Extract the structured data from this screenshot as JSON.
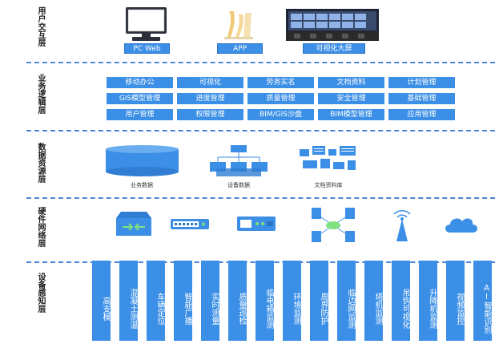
{
  "layers": [
    {
      "title": "用户交互层"
    },
    {
      "title": "业务逻辑层"
    },
    {
      "title": "数据资源层"
    },
    {
      "title": "硬件网络层"
    },
    {
      "title": "设备感知层"
    }
  ],
  "user_layer": {
    "pc_label": "PC Web",
    "app_label": "APP",
    "screen_label": "可视化大屏"
  },
  "business_layer": {
    "modules": [
      "移动办公",
      "可视化",
      "劳务实名",
      "文档资料",
      "计划管理",
      "GIS模型管理",
      "进度管理",
      "质量管理",
      "安全管理",
      "基础管理",
      "用户管理",
      "权限管理",
      "BIM/GIS沙盘",
      "BIM模型管理",
      "应用管理"
    ]
  },
  "data_layer": {
    "captions": [
      "业务数据",
      "设备数据",
      "文档资料库"
    ]
  },
  "hardware_layer": {
    "icons": [
      "server-switch-icon",
      "network-switch-icon",
      "router-icon",
      "network-topology-icon",
      "antenna-icon",
      "cloud-icon"
    ]
  },
  "sensor_layer": {
    "devices": [
      "高支模",
      "混凝土测温",
      "车辆定位",
      "智能广播",
      "实时测量",
      "质量巡检",
      "临电箱监测",
      "环境监测",
      "周界防护",
      "临边网监测",
      "塔机监测",
      "吊钩可视化",
      "升降机监测",
      "视频监控",
      "AI智能识别"
    ]
  },
  "colors": {
    "accent": "#3b8fe6",
    "divider": "#4b86d6"
  }
}
